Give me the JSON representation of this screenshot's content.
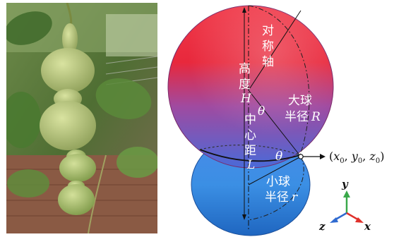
{
  "photo": {
    "subject_icon": "calabash-gourd-photo"
  },
  "diagram": {
    "label_axis": [
      "对",
      "称",
      "轴"
    ],
    "label_height": [
      "高",
      "度"
    ],
    "label_H": "H",
    "label_theta_upper": "θ",
    "label_center_dist": [
      "中",
      "心",
      "距"
    ],
    "label_L": "L",
    "label_big_sphere_line1": "大球",
    "label_big_sphere_line2": "半径",
    "label_R": "R",
    "label_theta_point": "θ",
    "label_small_sphere_line1": "小球",
    "label_small_sphere_line2": "半径",
    "label_r": "r",
    "coord_open": "(",
    "coord_x": "x",
    "coord_y": "y",
    "coord_z": "z",
    "coord_sub": "0",
    "coord_sep": ", ",
    "coord_close": ")",
    "colors": {
      "big_sphere_top": "#e8283c",
      "big_sphere_bottom": "#4f5fd2",
      "small_sphere": "#2f8be0"
    }
  },
  "axes": {
    "y": "y",
    "z": "z",
    "x": "x",
    "colors": {
      "y": "#3aa84a",
      "z": "#2f6ad0",
      "x": "#e0302a"
    }
  }
}
